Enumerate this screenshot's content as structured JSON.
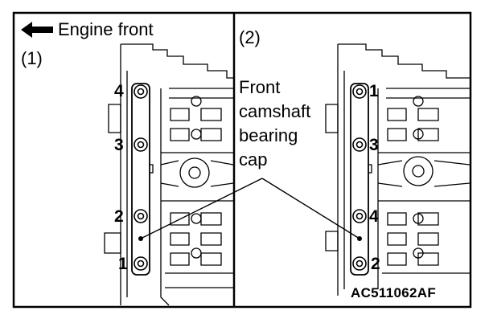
{
  "header": {
    "direction_label": "Engine front"
  },
  "panels": [
    {
      "id": "(1)",
      "bolt_numbers": [
        "4",
        "3",
        "2",
        "1"
      ]
    },
    {
      "id": "(2)",
      "bolt_numbers": [
        "1",
        "3",
        "4",
        "2"
      ]
    }
  ],
  "callout": {
    "lines": [
      "Front",
      "camshaft",
      "bearing",
      "cap"
    ]
  },
  "figure_code": "AC511062AF",
  "icons": [
    "arrow-left-icon"
  ],
  "colors": {
    "ink": "#000000",
    "paper": "#ffffff"
  }
}
